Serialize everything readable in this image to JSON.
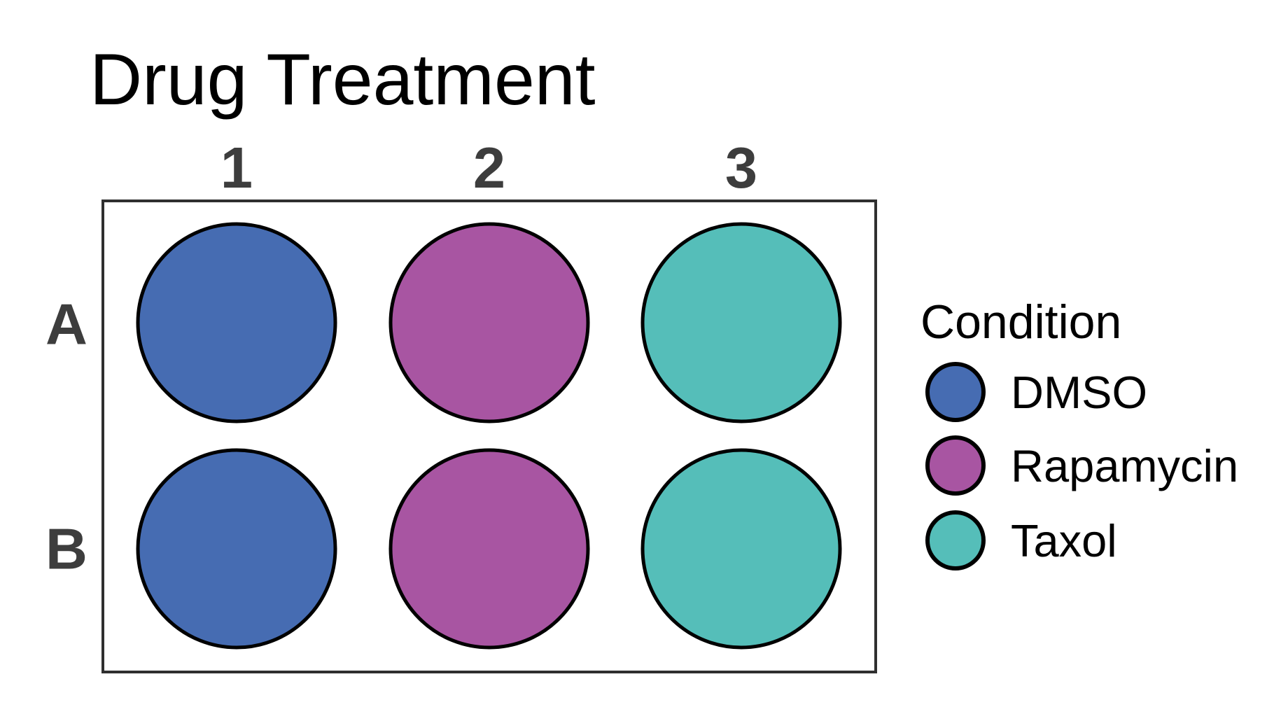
{
  "title": "Drug Treatment",
  "plate": {
    "columns": [
      "1",
      "2",
      "3"
    ],
    "rows": [
      "A",
      "B"
    ],
    "wells": [
      {
        "id": "A1",
        "row": "A",
        "col": "1",
        "condition": "DMSO",
        "color": "#466cb2"
      },
      {
        "id": "A2",
        "row": "A",
        "col": "2",
        "condition": "Rapamycin",
        "color": "#a855a2"
      },
      {
        "id": "A3",
        "row": "A",
        "col": "3",
        "condition": "Taxol",
        "color": "#55beb9"
      },
      {
        "id": "B1",
        "row": "B",
        "col": "1",
        "condition": "DMSO",
        "color": "#466cb2"
      },
      {
        "id": "B2",
        "row": "B",
        "col": "2",
        "condition": "Rapamycin",
        "color": "#a855a2"
      },
      {
        "id": "B3",
        "row": "B",
        "col": "3",
        "condition": "Taxol",
        "color": "#55beb9"
      }
    ]
  },
  "legend": {
    "title": "Condition",
    "items": [
      {
        "label": "DMSO",
        "color": "#466cb2"
      },
      {
        "label": "Rapamycin",
        "color": "#a855a2"
      },
      {
        "label": "Taxol",
        "color": "#55beb9"
      }
    ]
  },
  "colors": {
    "well_outline": "#000000",
    "plate_border": "#2f2f2f",
    "axis_label_gray": "#3d3d3d",
    "title_black": "#000000",
    "background": "#ffffff"
  },
  "chart_data": {
    "type": "heatmap",
    "title": "Drug Treatment",
    "x_categories": [
      "1",
      "2",
      "3"
    ],
    "y_categories": [
      "A",
      "B"
    ],
    "values": [
      [
        "DMSO",
        "Rapamycin",
        "Taxol"
      ],
      [
        "DMSO",
        "Rapamycin",
        "Taxol"
      ]
    ],
    "legend_title": "Condition",
    "legend_entries": [
      "DMSO",
      "Rapamycin",
      "Taxol"
    ],
    "series_colors": {
      "DMSO": "#466cb2",
      "Rapamycin": "#a855a2",
      "Taxol": "#55beb9"
    },
    "legend_position": "right",
    "grid": false,
    "marker": "circle"
  }
}
